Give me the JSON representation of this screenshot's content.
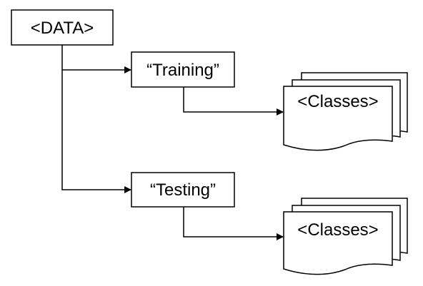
{
  "diagram": {
    "root": {
      "label": "<DATA>"
    },
    "branches": [
      {
        "label": "“Training”",
        "child": {
          "label": "<Classes>"
        }
      },
      {
        "label": "“Testing”",
        "child": {
          "label": "<Classes>"
        }
      }
    ],
    "colors": {
      "stroke": "#000000",
      "fill": "#ffffff",
      "text": "#000000"
    }
  }
}
